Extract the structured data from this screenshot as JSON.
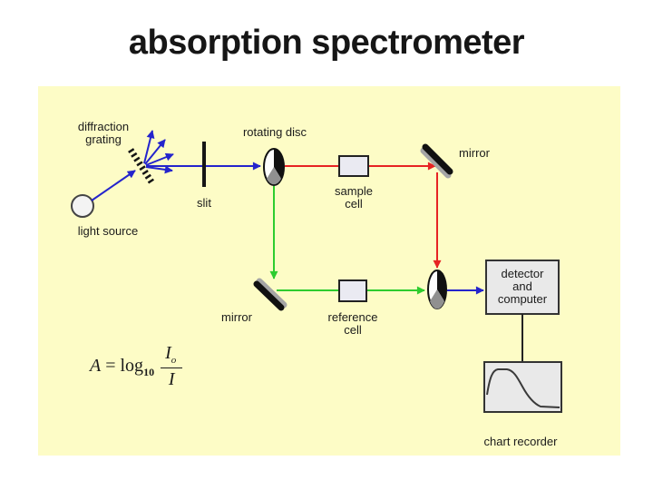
{
  "slide": {
    "title": "absorption spectrometer"
  },
  "colors": {
    "panel_bg": "#FDFCC6",
    "beam_blue": "#2424CC",
    "beam_red": "#E62323",
    "beam_green": "#2ECC2E",
    "box_fill": "#E9E9E9",
    "cell_fill": "#EAEAF2"
  },
  "diagram": {
    "labels": {
      "diffraction_grating": {
        "line1": "diffraction",
        "line2": "grating"
      },
      "light_source": "light source",
      "slit": "slit",
      "rotating_disc": "rotating disc",
      "sample_cell": {
        "line1": "sample",
        "line2": "cell"
      },
      "mirror_top": "mirror",
      "mirror_bottom": "mirror",
      "reference_cell": {
        "line1": "reference",
        "line2": "cell"
      },
      "detector": {
        "line1": "detector",
        "line2": "and",
        "line3": "computer"
      },
      "chart_recorder": "chart recorder"
    },
    "formula": {
      "variable": "A",
      "equals": "=",
      "function": "log",
      "base": "10",
      "numerator": "I",
      "numerator_sub": "o",
      "denominator": "I"
    }
  }
}
